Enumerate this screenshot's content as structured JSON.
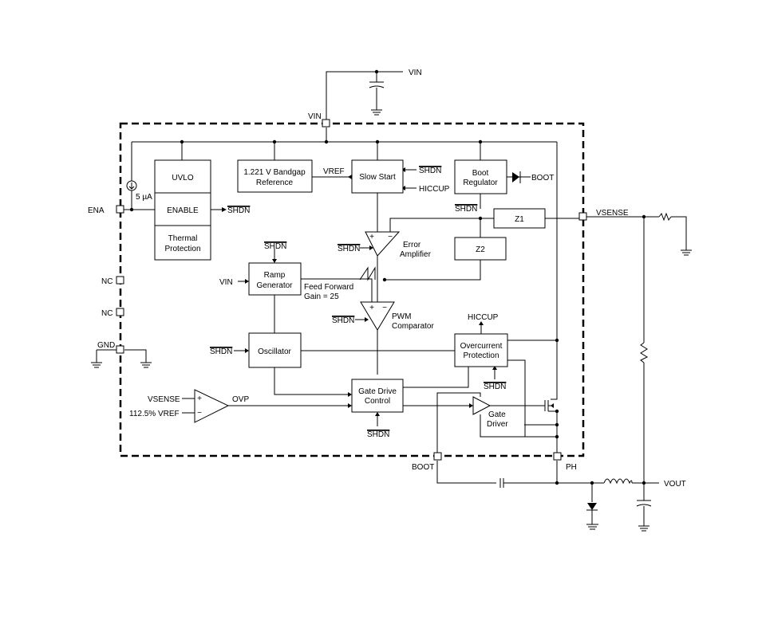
{
  "pins": {
    "vin_top": "VIN",
    "vin_pin": "VIN",
    "ena": "ENA",
    "nc1": "NC",
    "nc2": "NC",
    "gnd": "GND",
    "vsense_pin": "VSENSE",
    "boot_pin": "BOOT",
    "ph_pin": "PH",
    "vout": "VOUT"
  },
  "blocks": {
    "uvlo": "UVLO",
    "enable": "ENABLE",
    "thermal": [
      "Thermal",
      "Protection"
    ],
    "bandgap": [
      "1.221 V Bandgap",
      "Reference"
    ],
    "slow_start": "Slow Start",
    "boot_regulator": [
      "Boot",
      "Regulator"
    ],
    "z1": "Z1",
    "z2": "Z2",
    "ramp": [
      "Ramp",
      "Generator"
    ],
    "oscillator": "Oscillator",
    "overcurrent": [
      "Overcurrent",
      "Protection"
    ],
    "gate_drive_control": [
      "Gate Drive",
      "Control"
    ]
  },
  "labels": {
    "current_source": "5 µA",
    "shdn": "SHDN",
    "vref": "VREF",
    "hiccup": "HICCUP",
    "boot": "BOOT",
    "vin": "VIN",
    "error_amp": [
      "Error",
      "Amplifier"
    ],
    "feed_forward": [
      "Feed Forward",
      "Gain = 25"
    ],
    "pwm": [
      "PWM",
      "Comparator"
    ],
    "ovp": "OVP",
    "vsense_in": "VSENSE",
    "vref_112": "112.5% VREF",
    "gate_driver": [
      "Gate",
      "Driver"
    ],
    "plus": "+",
    "minus": "−"
  }
}
